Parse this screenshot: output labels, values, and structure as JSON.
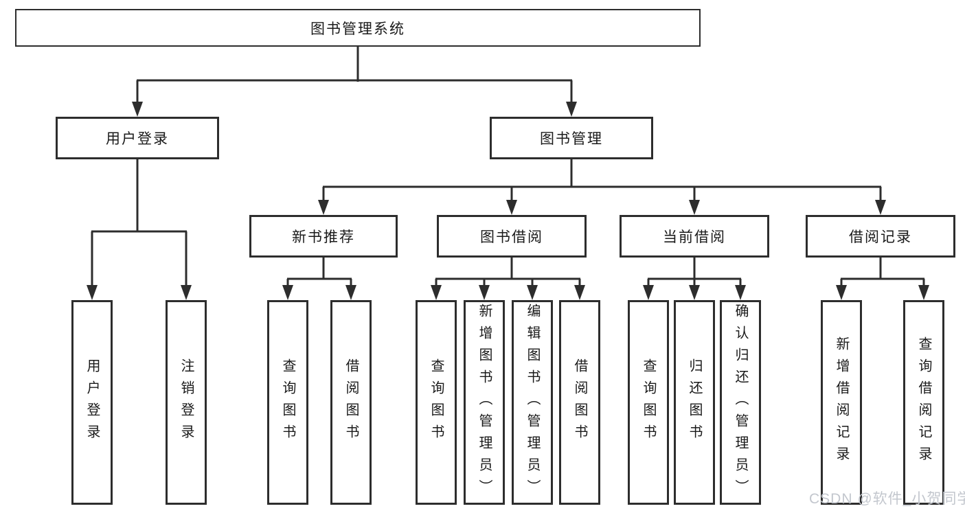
{
  "nodes": {
    "root": {
      "label": "图书管理系统"
    },
    "branches": [
      {
        "label": "用户登录",
        "children": [
          {
            "label": "用户登录"
          },
          {
            "label": "注销登录"
          }
        ]
      },
      {
        "label": "图书管理",
        "children": [
          {
            "label": "新书推荐",
            "children": [
              {
                "label": "查询图书"
              },
              {
                "label": "借阅图书"
              }
            ]
          },
          {
            "label": "图书借阅",
            "children": [
              {
                "label": "查询图书"
              },
              {
                "label": "新增图书（管理员）"
              },
              {
                "label": "编辑图书（管理员）"
              },
              {
                "label": "借阅图书"
              }
            ]
          },
          {
            "label": "当前借阅",
            "children": [
              {
                "label": "查询图书"
              },
              {
                "label": "归还图书"
              },
              {
                "label": "确认归还（管理员）"
              }
            ]
          },
          {
            "label": "借阅记录",
            "children": [
              {
                "label": "新增借阅记录"
              },
              {
                "label": "查询借阅记录"
              }
            ]
          }
        ]
      }
    ]
  },
  "watermark": "CSDN @软件_小贺同学",
  "colors": {
    "line": "#2d2d2d",
    "text": "#1a1a1a",
    "background": "#ffffff",
    "watermark": "#c3c7ce"
  }
}
